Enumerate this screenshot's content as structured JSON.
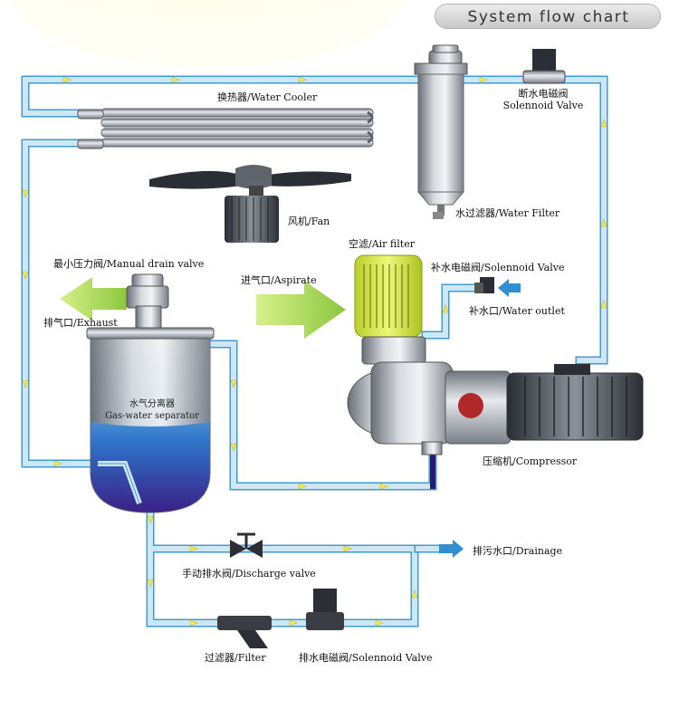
{
  "title": "System flow chart",
  "labels": {
    "water_cooler": "换热器/Water Cooler",
    "solenoid_valve_top_cn": "断水电磁阀",
    "solenoid_valve_top_en": "Solennoid Valve",
    "water_filter": "水过滤器/Water Filter",
    "fan": "风机/Fan",
    "air_filter": "空滤/Air filter",
    "manual_drain_valve": "最小压力阀/Manual drain valve",
    "refill_solenoid_valve": "补水电磁阀/Solennoid Valve",
    "aspirate": "进气口/Aspirate",
    "water_outlet": "补水口/Water outlet",
    "exhaust": "排气口/Exhaust",
    "separator_cn": "水气分离器",
    "separator_en": "Gas-water separator",
    "compressor": "压缩机/Compressor",
    "drainage": "排污水口/Drainage",
    "discharge_valve": "手动排水阀/Discharge valve",
    "filter": "过滤器/Filter",
    "drain_solenoid_valve": "排水电磁阀/Solennoid Valve"
  },
  "colors": {
    "pipe_fill": "#cfe6f5",
    "pipe_edge": "#3f9bd3",
    "flow_arrow": "#f2e85a",
    "green_arrow": "#a8d84a",
    "blue_arrow": "#2f8fd1",
    "air_filter": "#d6ea4a"
  }
}
